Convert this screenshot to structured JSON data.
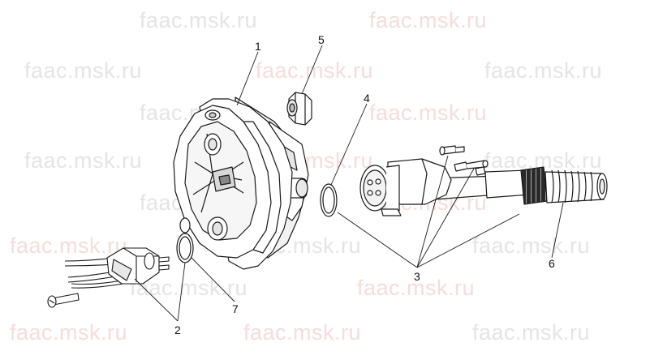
{
  "watermark": {
    "text": "faac.msk.ru",
    "gray_color": "#e2e2e2",
    "pink_color": "#f5d8d8"
  },
  "callouts": {
    "c1": "1",
    "c2": "2",
    "c3": "3",
    "c4": "4",
    "c5": "5",
    "c6": "6",
    "c7": "7"
  },
  "parts": {
    "p1": {
      "name": "motor flange housing"
    },
    "p2": {
      "name": "connector block with wires and screw"
    },
    "p3": {
      "name": "plug connector, cable gland and screws"
    },
    "p4": {
      "name": "o-ring"
    },
    "p5": {
      "name": "nut"
    },
    "p6": {
      "name": "spring cable sleeve"
    },
    "p7": {
      "name": "o-ring"
    }
  },
  "colors": {
    "line": "#1a1a1a",
    "part_fill": "#ffffff",
    "shade": "#d9d9d9",
    "dark": "#777777"
  }
}
